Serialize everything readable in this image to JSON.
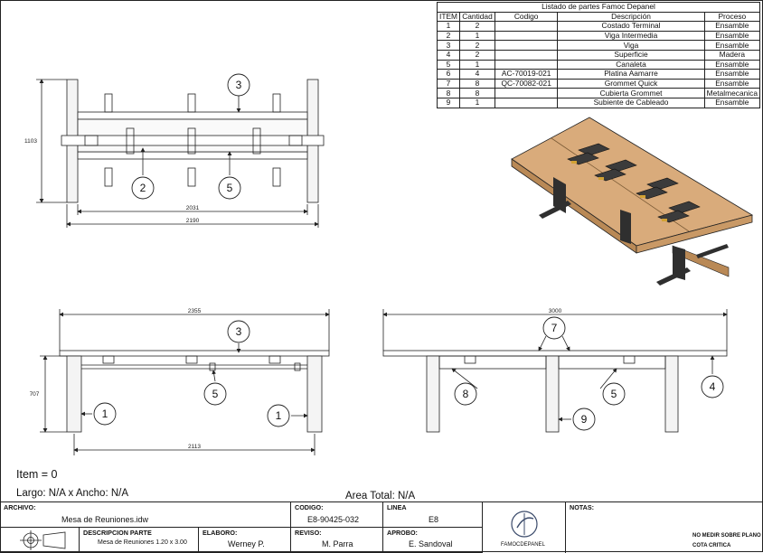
{
  "parts_table": {
    "title": "Listado de partes Famoc Depanel",
    "headers": [
      "ITEM",
      "Cantidad",
      "Codigo",
      "Descripción",
      "Proceso"
    ],
    "rows": [
      [
        "1",
        "2",
        "",
        "Costado Terminal",
        "Ensamble"
      ],
      [
        "2",
        "1",
        "",
        "Viga Intermedia",
        "Ensamble"
      ],
      [
        "3",
        "2",
        "",
        "Viga",
        "Ensamble"
      ],
      [
        "4",
        "2",
        "",
        "Superficie",
        "Madera"
      ],
      [
        "5",
        "1",
        "",
        "Canaleta",
        "Ensamble"
      ],
      [
        "6",
        "4",
        "AC-70019-021",
        "Platina Aamarre",
        "Ensamble"
      ],
      [
        "7",
        "8",
        "QC-70082-021",
        "Grommet Quick",
        "Ensamble"
      ],
      [
        "8",
        "8",
        "",
        "Cubierta Grommet",
        "Metalmecanica"
      ],
      [
        "9",
        "1",
        "",
        "Subiente de Cableado",
        "Ensamble"
      ]
    ]
  },
  "top_view": {
    "dim_height": "1103",
    "dim_inner": "2031",
    "dim_outer": "2190",
    "balloons": [
      "3",
      "2",
      "5"
    ]
  },
  "front_view": {
    "dim_width": "2355",
    "dim_height": "707",
    "dim_base": "2113",
    "balloons": [
      "3",
      "5",
      "1",
      "1"
    ]
  },
  "side_view": {
    "dim_width": "3000",
    "balloons": [
      "7",
      "8",
      "5",
      "4",
      "9"
    ]
  },
  "info": {
    "item": "Item = 0",
    "size": "Largo: N/A x Ancho: N/A",
    "area": "Area Total: N/A"
  },
  "title_block": {
    "archivo_label": "ARCHIVO:",
    "archivo": "Mesa de Reuniones.idw",
    "codigo_label": "CODIGO:",
    "codigo": "E8-90425-032",
    "linea_label": "LINEA",
    "linea": "E8",
    "descripcion_label": "DESCRIPCION PARTE",
    "descripcion": "Mesa de Reuniones 1.20 x 3.00",
    "elaboro_label": "ELABORO:",
    "elaboro": "Werney P.",
    "reviso_label": "REVISO:",
    "reviso": "M. Parra",
    "aprobo_label": "APROBO:",
    "aprobo": "E. Sandoval",
    "logo_text": "FAMOCDEPANEL",
    "notas_label": "NOTAS:",
    "note1": "NO MEDIR SOBRE PLANO",
    "note2": "COTA CRITICA"
  }
}
